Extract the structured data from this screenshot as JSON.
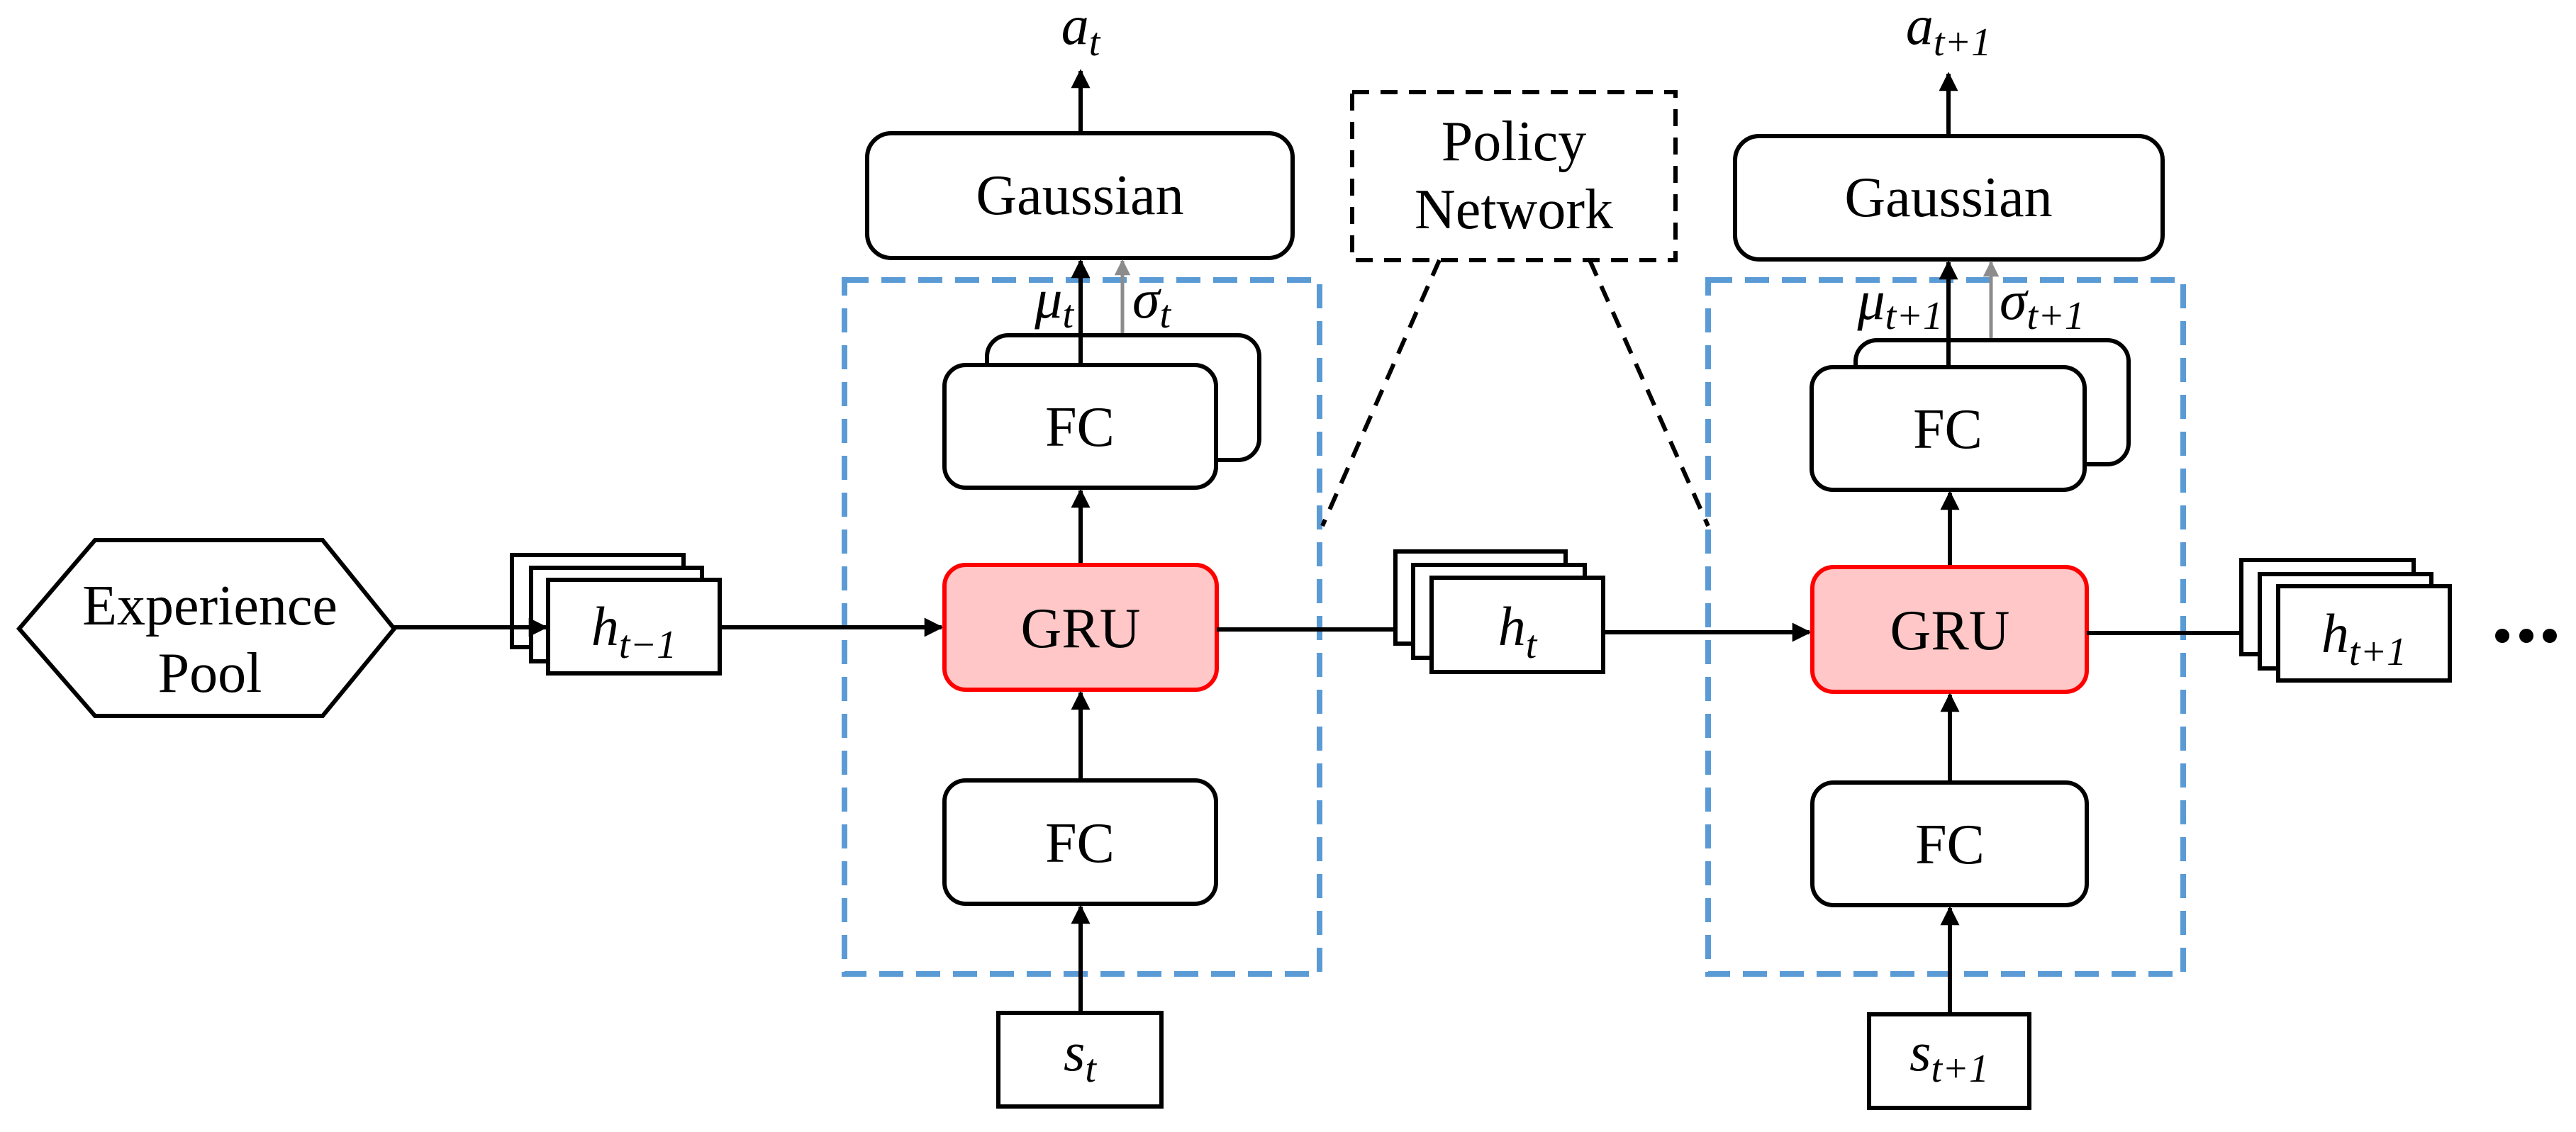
{
  "figure": {
    "title": "GRU-based policy network unrolled over time",
    "colors": {
      "gru_fill": "#FFC7C7",
      "gru_border": "#FF0000",
      "policy_group_border": "#5B9BD5",
      "sigma_arrow": "#8C8C8C",
      "box_border": "#000000"
    }
  },
  "nodes": {
    "experience_pool": {
      "line1": "Experience",
      "line2": "Pool"
    },
    "h_prev": {
      "base": "h",
      "sub": "t−1"
    },
    "h_curr": {
      "base": "h",
      "sub": "t"
    },
    "h_next": {
      "base": "h",
      "sub": "t+1"
    },
    "ellipsis": "•••",
    "policy_network": {
      "line1": "Policy",
      "line2": "Network"
    }
  },
  "steps": [
    {
      "gaussian": "Gaussian",
      "fc_top": "FC",
      "gru": "GRU",
      "fc_bottom": "FC",
      "action": {
        "base": "a",
        "sub": "t"
      },
      "mu": {
        "base": "μ",
        "sub": "t"
      },
      "sigma": {
        "base": "σ",
        "sub": "t"
      },
      "state": {
        "base": "s",
        "sub": "t"
      }
    },
    {
      "gaussian": "Gaussian",
      "fc_top": "FC",
      "gru": "GRU",
      "fc_bottom": "FC",
      "action": {
        "base": "a",
        "sub": "t+1"
      },
      "mu": {
        "base": "μ",
        "sub": "t+1"
      },
      "sigma": {
        "base": "σ",
        "sub": "t+1"
      },
      "state": {
        "base": "s",
        "sub": "t+1"
      }
    }
  ]
}
